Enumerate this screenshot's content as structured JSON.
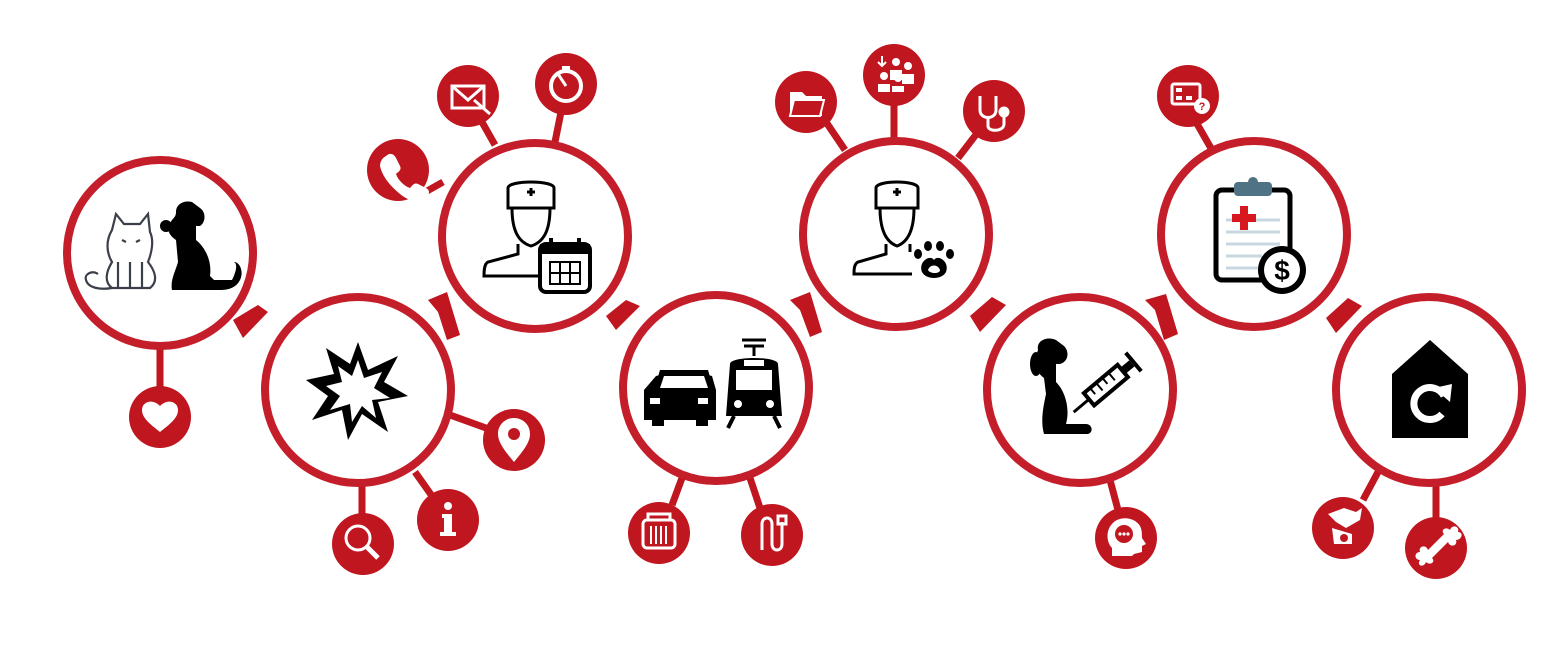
{
  "colors": {
    "accent": "#c0161f",
    "ring": "#c41e2a",
    "icon": "#000000",
    "background": "#ffffff"
  },
  "steps": [
    {
      "name": "pet-owner",
      "icon": "cat-and-dog-icon",
      "satellites": [
        "heart-icon"
      ]
    },
    {
      "name": "emergency",
      "icon": "burst-icon",
      "satellites": [
        "magnifier-icon",
        "info-icon",
        "location-pin-icon"
      ]
    },
    {
      "name": "vet-appointment",
      "icon": "vet-calendar-icon",
      "satellites": [
        "phone-icon",
        "envelope-icon",
        "timer-icon"
      ]
    },
    {
      "name": "travel",
      "icon": "car-and-tram-icon",
      "satellites": [
        "pet-carrier-icon",
        "leash-icon"
      ]
    },
    {
      "name": "vet-visit",
      "icon": "vet-paw-icon",
      "satellites": [
        "folder-icon",
        "people-queue-icon",
        "stethoscope-icon"
      ]
    },
    {
      "name": "treatment",
      "icon": "dog-syringe-icon",
      "satellites": [
        "speech-head-icon"
      ]
    },
    {
      "name": "billing",
      "icon": "clipboard-dollar-icon",
      "satellites": [
        "question-card-icon"
      ]
    },
    {
      "name": "return-home",
      "icon": "home-refresh-icon",
      "satellites": [
        "handshake-icon",
        "bone-icon"
      ]
    }
  ]
}
